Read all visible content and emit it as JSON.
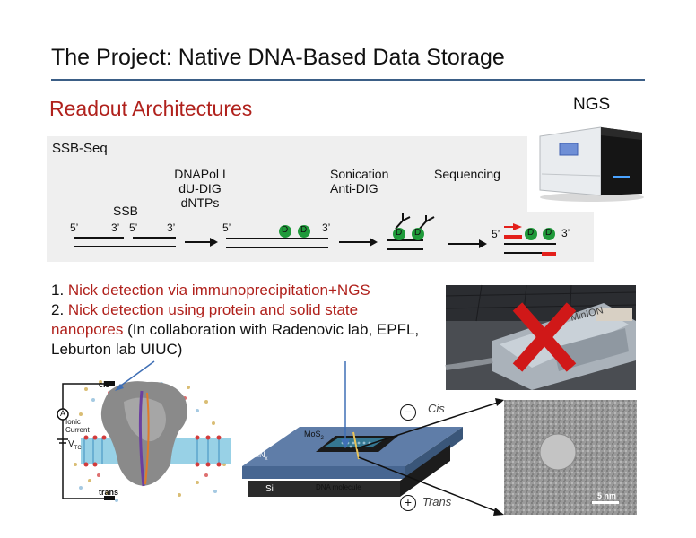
{
  "slide": {
    "title": "The Project: Native DNA-Based Data Storage",
    "subtitle": "Readout Architectures",
    "ngs_label": "NGS"
  },
  "ssb_seq": {
    "panel_title": "SSB-Seq",
    "ssb_label": "SSB",
    "step2_lines": [
      "DNAPol I",
      "dU-DIG",
      "dNTPs"
    ],
    "step3_lines": [
      "Sonication",
      "Anti-DIG"
    ],
    "step4_label": "Sequencing",
    "five_prime": "5’",
    "three_prime": "3’",
    "dig_marker": "D"
  },
  "methods": {
    "item1_num": "1. ",
    "item1_red": "Nick detection via immunoprecipitation+NGS",
    "item2_num": "2. ",
    "item2_red": "Nick detection using protein and solid state nanopores",
    "item2_black": " (In collaboration with Radenovic lab, EPFL, Leburton lab UIUC)"
  },
  "nanopore_sim": {
    "cis_label": "cis",
    "trans_label": "trans",
    "ammeter_label": "A",
    "ionic_current_label": "Ionic Current",
    "voltage_label": "V",
    "voltage_sub": "TC"
  },
  "device": {
    "mos2_label": "MoS",
    "mos2_sub": "2",
    "sinx_label": "SiN",
    "sinx_sub": "x",
    "si_label": "Si",
    "dna_label": "DNA molecule",
    "minus_sign": "−",
    "plus_sign": "+",
    "cis_label": "Cis",
    "trans_label": "Trans"
  },
  "tem": {
    "scale_label": "5 nm"
  },
  "minion": {
    "brand_text": "MinION"
  },
  "colors": {
    "title_rule": "#3b5e86",
    "accent_red": "#b0211c",
    "dig_green": "#1f9a3a",
    "primer_red": "#e3201b",
    "arrow_blue": "#3f6fb5"
  }
}
